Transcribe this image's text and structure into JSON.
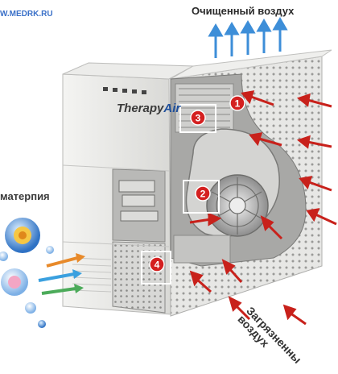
{
  "watermark": "W.MEDRK.RU",
  "top_label": "Очищенный воздух",
  "left_label": "матерпия",
  "bottom_label_line1": "Загрязненны",
  "bottom_label_line2": "воздух",
  "brand_part1": "Therapy",
  "brand_part2": "Air",
  "markers": [
    "1",
    "2",
    "3",
    "4"
  ],
  "colors": {
    "arrow_up": "#3d8ed8",
    "arrow_red": "#c8211b",
    "marker": "#d42020",
    "arrow_orange": "#e88a2a",
    "arrow_blue": "#3aa0df",
    "arrow_green": "#4cab5a"
  }
}
